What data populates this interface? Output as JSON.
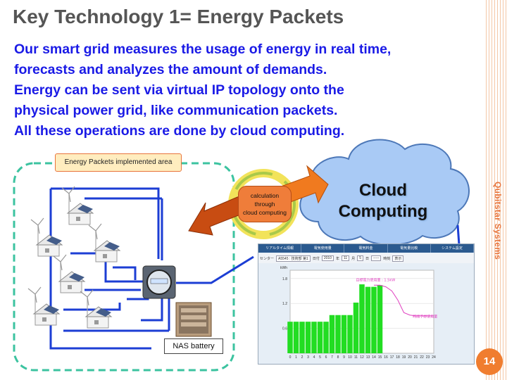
{
  "slide": {
    "title": "Key Technology 1= Energy Packets",
    "body_lines": [
      "Our smart grid measures the usage of energy in real time,",
      "forecasts and analyzes the amount of demands.",
      "Energy can be sent via virtual IP topology onto the",
      "physical power grid, like communication packets.",
      "All these operations are done by cloud computing."
    ],
    "side_label": "Qubitstar Systems",
    "page_number": "14"
  },
  "diagram": {
    "area_label": "Energy Packets implemented area",
    "nas_label": "NAS battery",
    "calc_lines": [
      "calculation",
      "through",
      "cloud computing"
    ],
    "cloud_lines": [
      "Cloud",
      "Computing"
    ]
  },
  "panel": {
    "tabs": [
      "リアルタイム情報",
      "電気使用量",
      "電気料金",
      "電気量比較",
      "システム設定"
    ],
    "controls": {
      "center_label": "センター",
      "center_value": "A5545 : 技術部 第1",
      "date_label": "日付",
      "year": "2010",
      "year_unit": "年",
      "month": "11",
      "month_unit": "月",
      "day": "5",
      "day_unit": "日",
      "time_value": "-----",
      "time_label": "時刻",
      "show_button": "表示"
    }
  },
  "chart_data": {
    "type": "bar",
    "ylabel": "kWh",
    "ylim": [
      0,
      2.0
    ],
    "yticks": [
      0.6,
      1.2,
      1.8
    ],
    "categories": [
      "0",
      "1",
      "2",
      "3",
      "4",
      "5",
      "6",
      "7",
      "8",
      "9",
      "10",
      "11",
      "12",
      "13",
      "14",
      "15",
      "16",
      "17",
      "18",
      "19",
      "20",
      "21",
      "22",
      "23",
      "24"
    ],
    "values": [
      0.76,
      0.76,
      0.76,
      0.76,
      0.76,
      0.76,
      0.76,
      0.92,
      0.92,
      0.92,
      0.92,
      1.22,
      1.66,
      1.6,
      1.6,
      1.64
    ],
    "bar_color": "#22dd22",
    "forecast_x": [
      14,
      15,
      16,
      17,
      18,
      19,
      20,
      21,
      22,
      23,
      24
    ],
    "forecast_y": [
      1.64,
      1.64,
      1.6,
      1.5,
      1.28,
      0.98,
      0.92,
      0.9,
      0.9,
      0.9,
      0.9
    ],
    "forecast_color": "#e040c0",
    "annotations": [
      {
        "text": "目標電力使用量 : 1.5kW",
        "x": 11,
        "y": 1.74
      },
      {
        "text": "時間予想使用量",
        "x": 20.5,
        "y": 0.86
      }
    ]
  }
}
